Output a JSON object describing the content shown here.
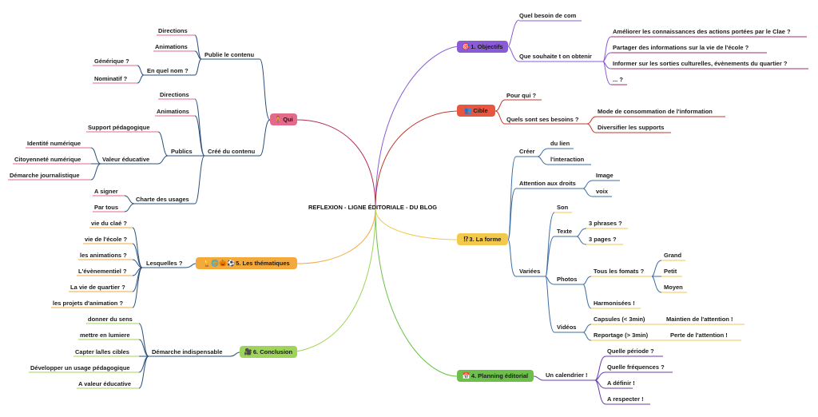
{
  "title": "REFLEXION - LIGNE ÉDITORIALE - DU BLOG",
  "main_branches": {
    "objectifs": {
      "label": "1. Objectifs",
      "icon": "target-icon",
      "color": "#8a5bd6"
    },
    "cible": {
      "label": "Cible",
      "icon": "people-icon",
      "color": "#e8563f"
    },
    "forme": {
      "label": "3. La forme",
      "icon": "question-icon",
      "color": "#f2c94c"
    },
    "planning": {
      "label": "4. Planning éditorial",
      "icon": "calendar-icon",
      "color": "#6cc04a"
    },
    "thematiques": {
      "label": "5. Les thématiques",
      "icon": "theme-icons",
      "color": "#f4a93d"
    },
    "conclusion": {
      "label": "6. Conclusion",
      "icon": "camera-icon",
      "color": "#9fd45a"
    },
    "qui": {
      "label": "Qui",
      "icon": "person-icon",
      "color": "#e36a8b"
    }
  },
  "objectifs": {
    "quel_besoin": "Quel besoin de com",
    "que_souhaite": "Que souhaite t on obtenir",
    "items": [
      "Améliorer les connaissances des actions portées par le Clae ?",
      "Partager des informations sur la vie de l'école ?",
      "Informer sur les sorties culturelles, évènements du quartier ?",
      "... ?"
    ]
  },
  "cible": {
    "pour_qui": "Pour qui ?",
    "besoins": "Quels sont ses besoins ?",
    "items": [
      "Mode de consommation de l'information",
      "Diversifier les supports"
    ]
  },
  "forme": {
    "creer": "Créer",
    "creer_items": [
      "du lien",
      "l'interaction"
    ],
    "droits": "Attention aux droits",
    "droits_items": [
      "Image",
      "voix"
    ],
    "variees": "Variées",
    "son": "Son",
    "texte": "Texte",
    "texte_items": [
      "3 phrases ?",
      "3 pages ?"
    ],
    "photos": "Photos",
    "formats": "Tous les fomats ?",
    "formats_items": [
      "Grand",
      "Petit",
      "Moyen"
    ],
    "harmonisees": "Harmonisées !",
    "videos": "Vidéos",
    "capsules": "Capsules (< 3min)",
    "capsules_note": "Maintien de l'attention !",
    "reportage": "Reportage (> 3min)",
    "reportage_note": "Perte de l'attention !"
  },
  "planning": {
    "calendrier": "Un calendrier !",
    "items": [
      "Quelle période ?",
      "Quelle fréquences ?",
      "A définir !",
      "A respecter !"
    ]
  },
  "thematiques": {
    "lesquelles": "Lesquelles ?",
    "items": [
      "vie du claé ?",
      "vie de l'école ?",
      "les animations ?",
      "L'évènementiel ?",
      "La vie de quartier ?",
      "les projets d'animation ?"
    ]
  },
  "conclusion": {
    "demarche": "Démarche indispensable",
    "items": [
      "donner du sens",
      "mettre en lumiere",
      "Capter la/les cibles",
      "Développer un usage pédagogique",
      "A valeur éducative"
    ]
  },
  "qui": {
    "publie": "Publie le contenu",
    "publie_items": [
      "Directions",
      "Animations"
    ],
    "quel_nom": "En quel nom ?",
    "quel_nom_items": [
      "Générique ?",
      "Nominatif ?"
    ],
    "cree": "Créé du contenu",
    "cree_items": [
      "Directions",
      "Animations"
    ],
    "publics": "Publics",
    "support": "Support pédagogique",
    "valeur": "Valeur éducative",
    "valeur_items": [
      "Identité numérique",
      "Citoyenneté numérique",
      "Démarche journalistique"
    ],
    "charte": "Charte des usages",
    "charte_items": [
      "A signer",
      "Par tous"
    ]
  }
}
